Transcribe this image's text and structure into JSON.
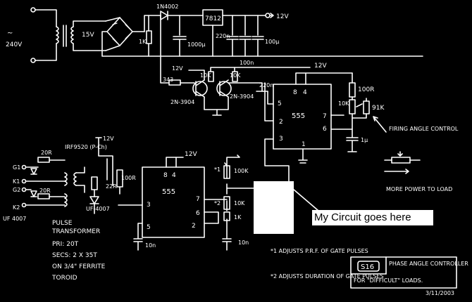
{
  "diagram": {
    "power_supply": {
      "ac_symbol": "~",
      "mains_voltage": "240V",
      "transformer_secondary": "15V",
      "diode": "1N4002",
      "bleed_resistor": "1K",
      "reservoir_cap": "1000µ",
      "regulator": "7812",
      "reg_in_cap": "220n",
      "reg_out_cap": "100n",
      "output_cap": "100µ",
      "output_cap2": "100n",
      "output_voltage": "12V"
    },
    "sync_stage": {
      "supply": "12V",
      "base_resistor": "343",
      "collector_r1": "10K",
      "collector_r2": "10K",
      "transistor1": "2N-3904",
      "transistor2": "2N-3904",
      "cap": "220n"
    },
    "timer_top": {
      "label": "555",
      "supply": "12V",
      "pin8": "8",
      "pin4": "4",
      "pin5": "5",
      "pin2": "2",
      "pin3": "3",
      "pin1": "1",
      "pin7": "7",
      "pin6": "6",
      "r100": "100R",
      "pot10k": "10K",
      "pot91k": "91K",
      "cap1u": "1µ",
      "firing_note": "FIRING ANGLE CONTROL",
      "more_power": "MORE POWER TO LOAD"
    },
    "timer_bottom": {
      "label": "555",
      "pin8": "8",
      "pin4": "4",
      "pin3": "3",
      "pin7": "7",
      "pin6": "6",
      "pin5": "5",
      "pin2": "2",
      "supply": "12V",
      "r100k_mark": "*1",
      "r100k": "100K",
      "r10k_mark": "*2",
      "r10k": "10K",
      "r1k": "1K",
      "c10n_left": "10n",
      "c10n_right": "10n"
    },
    "gate_driver": {
      "supply": "12V",
      "mosfet": "IRF9520 (P-Ch)",
      "r100r": "100R",
      "r22r": "22R",
      "diode_uf": "UF-4007",
      "r20r_top": "20R",
      "r20r_bottom": "20R",
      "g1": "G1",
      "k1": "K1",
      "g2": "G2",
      "k2": "K2",
      "uf4007_left": "UF 4007"
    },
    "pulse_transformer": {
      "line1": "PULSE",
      "line2": "TRANSFORMER",
      "line3": "PRI: 20T",
      "line4": "SECS: 2 X 35T",
      "line5": "ON 3/4\" FERRITE",
      "line6": "TOROID"
    },
    "notes": {
      "note1": "*1 ADJUSTS P.R.F. OF GATE PULSES",
      "note2": "*2 ADJUSTS DURATION OF GATE PULSES"
    },
    "title_block": {
      "logo": "S16",
      "title": "PHASE ANGLE CONTROLLER",
      "subtitle": "FOR \"DIFFICULT\" LOADS.",
      "date": "3/11/2003"
    },
    "callout": "My Circuit goes here"
  }
}
